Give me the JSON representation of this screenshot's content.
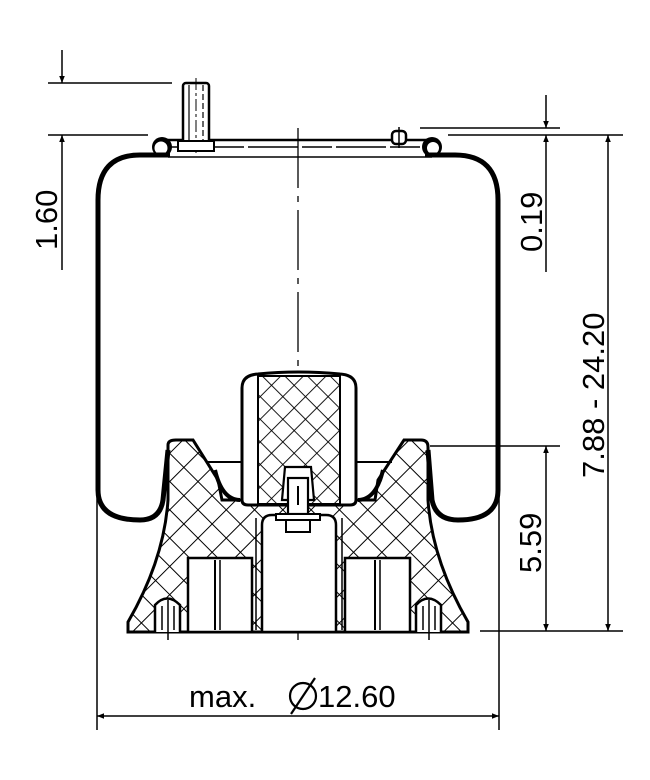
{
  "drawing": {
    "title": "Air spring technical drawing",
    "colors": {
      "line": "#000000",
      "background": "#ffffff"
    },
    "dimensions": {
      "top_stud_height": "1.60",
      "top_plate_offset": "0.19",
      "height_range": "7.88 - 24.20",
      "piston_height": "5.59",
      "max_diameter": "max. Ø12.60",
      "max_diameter_prefix": "max.",
      "max_diameter_symbol": "⌀",
      "max_diameter_value": "12.60"
    },
    "components": [
      "top-plate",
      "mounting-stud",
      "air-fitting",
      "rubber-bellows",
      "bump-stop",
      "piston",
      "center-bolt",
      "base-studs"
    ]
  }
}
